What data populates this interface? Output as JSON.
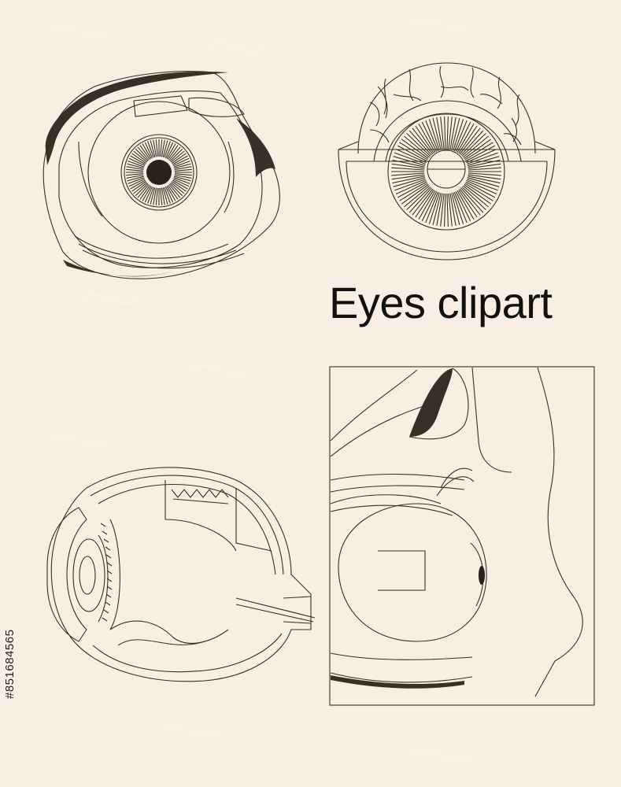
{
  "title": "Eyes clipart",
  "stock_id": "#851684565",
  "colors": {
    "background": "#f9eee3",
    "line": "#3a2f26",
    "text": "#111111"
  },
  "illustrations": [
    "eyeball-in-socket",
    "eyeball-cross-section-cup",
    "eye-anatomy-cross-section",
    "eye-side-profile-in-socket"
  ]
}
